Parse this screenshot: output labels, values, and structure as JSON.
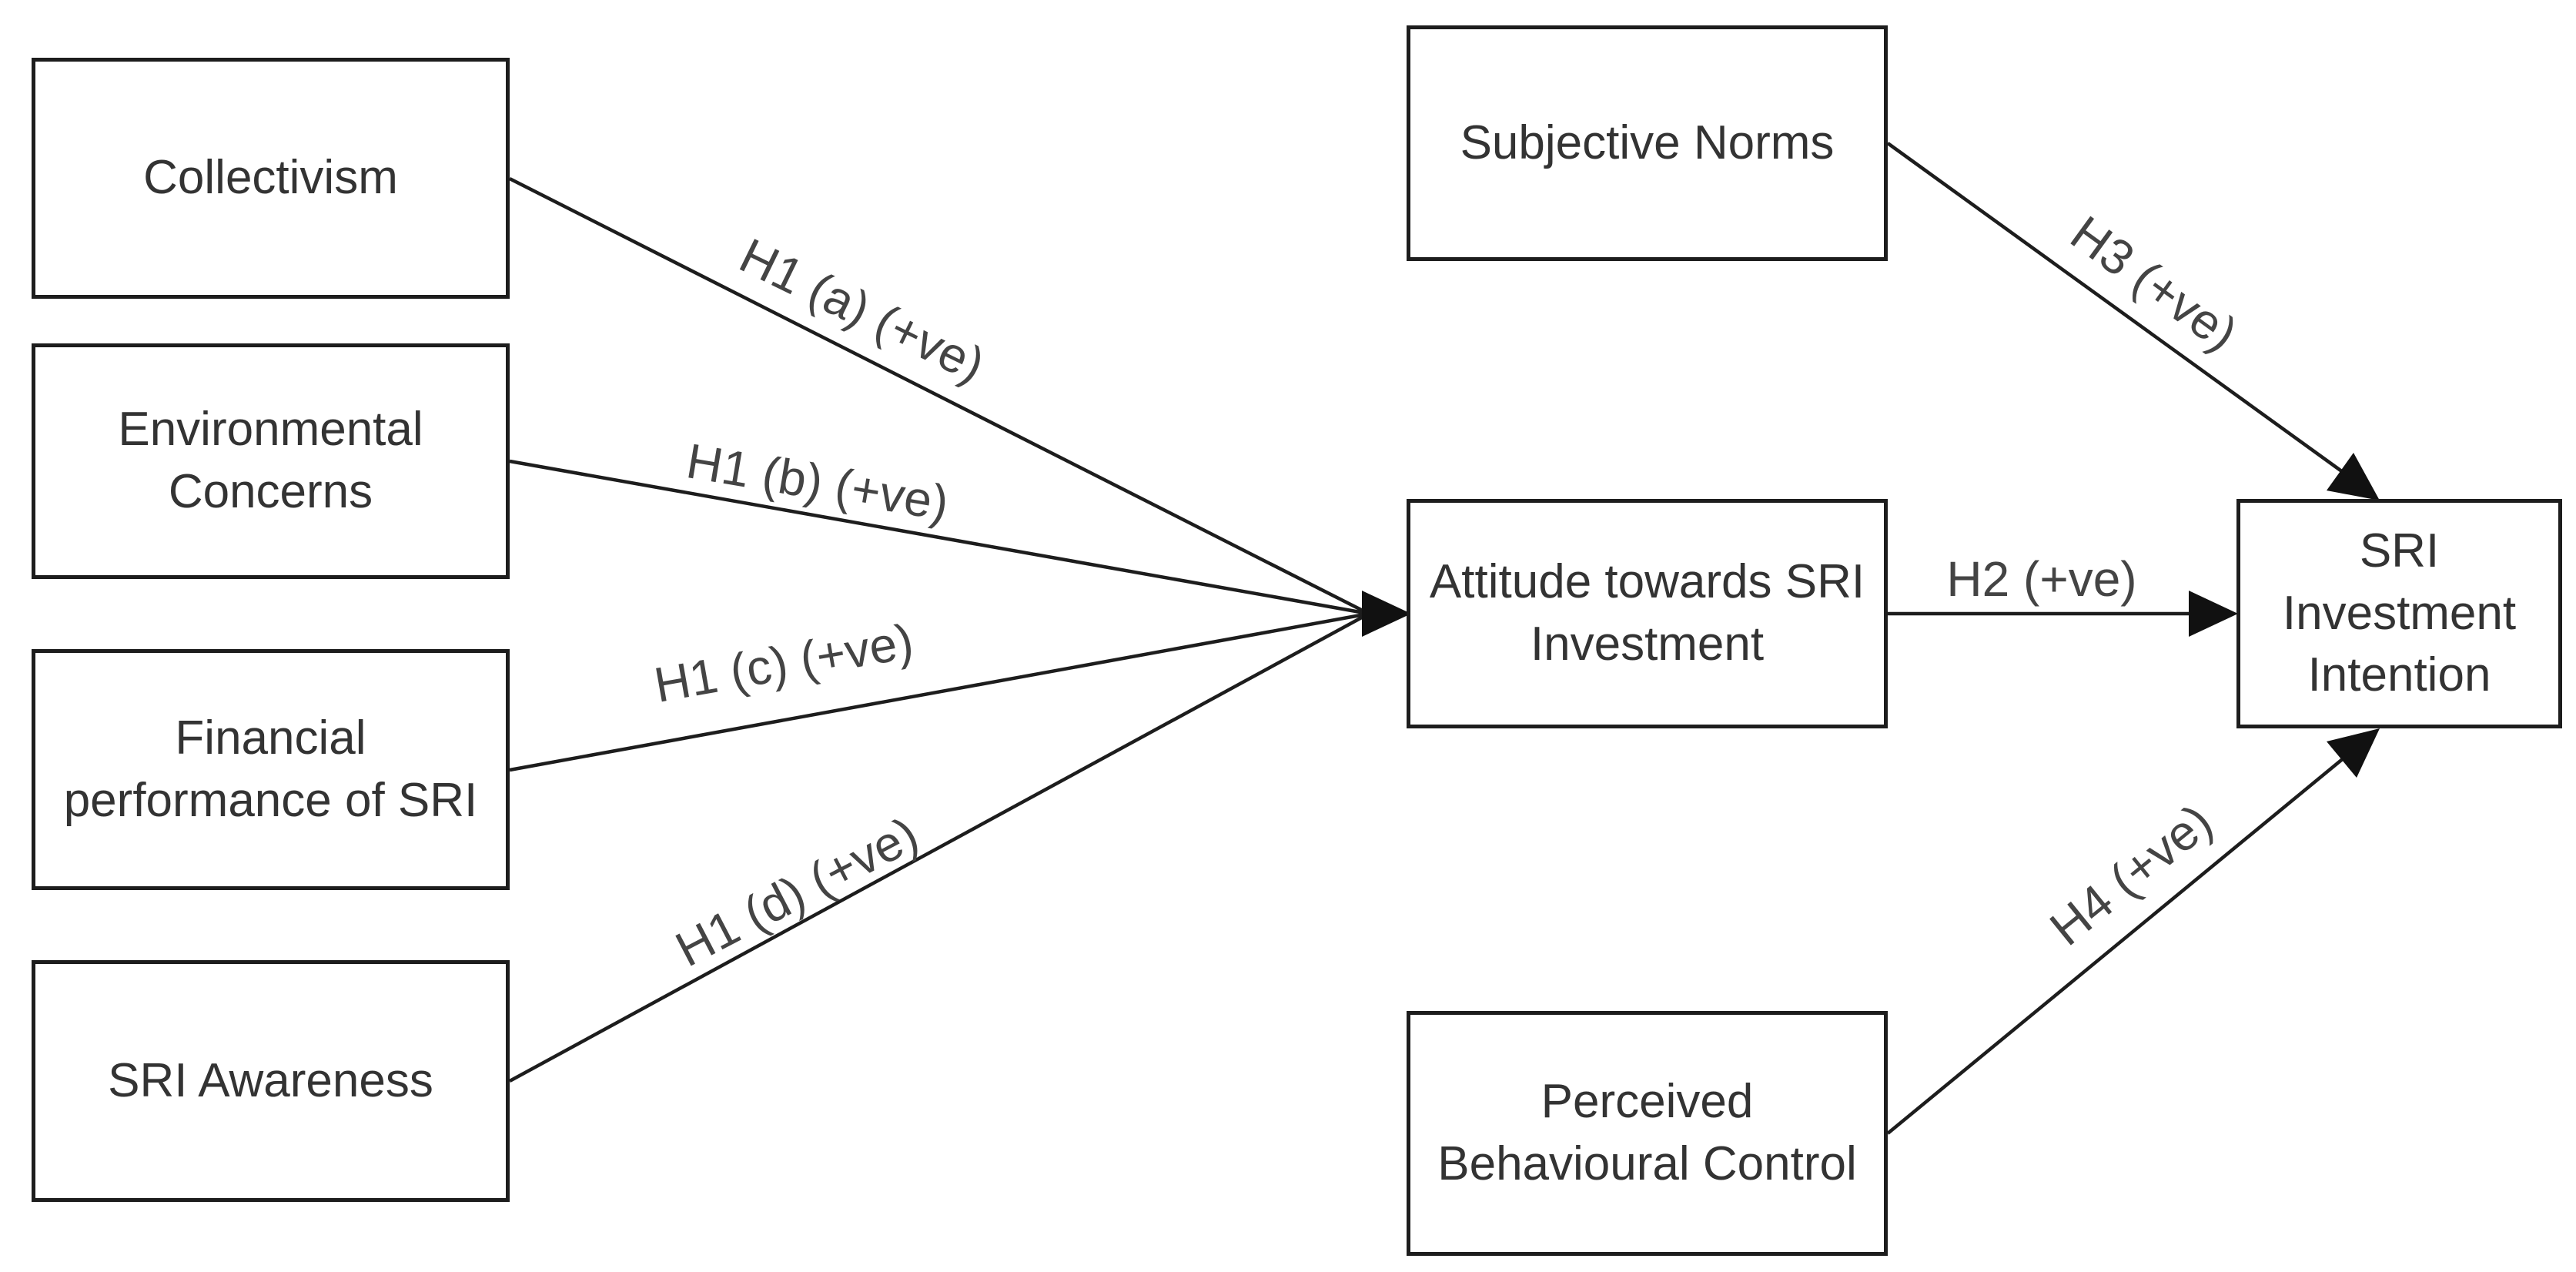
{
  "diagram": {
    "type": "research-model-diagram",
    "background_color": "#ffffff",
    "box_border_color": "#1d1d1d",
    "box_fill_color": "#ffffff",
    "box_text_color": "#333333",
    "edge_label_color": "#444444",
    "arrow_color": "#1d1d1d"
  },
  "nodes": {
    "collectivism": {
      "label": "Collectivism"
    },
    "environmental_concerns": {
      "label": "Environmental\nConcerns"
    },
    "financial_performance": {
      "label": "Financial\nperformance of SRI"
    },
    "sri_awareness": {
      "label": "SRI Awareness"
    },
    "subjective_norms": {
      "label": "Subjective Norms"
    },
    "attitude": {
      "label": "Attitude towards SRI\nInvestment"
    },
    "perceived_behavioural_control": {
      "label": "Perceived\nBehavioural Control"
    },
    "sri_investment_intention": {
      "label": "SRI\nInvestment\nIntention"
    }
  },
  "edges": {
    "h1a": {
      "label": "H1 (a) (+ve)",
      "from": "collectivism",
      "to": "attitude"
    },
    "h1b": {
      "label": "H1 (b) (+ve)",
      "from": "environmental_concerns",
      "to": "attitude"
    },
    "h1c": {
      "label": "H1 (c) (+ve)",
      "from": "financial_performance",
      "to": "attitude"
    },
    "h1d": {
      "label": "H1 (d) (+ve)",
      "from": "sri_awareness",
      "to": "attitude"
    },
    "h2": {
      "label": "H2 (+ve)",
      "from": "attitude",
      "to": "sri_investment_intention"
    },
    "h3": {
      "label": "H3 (+ve)",
      "from": "subjective_norms",
      "to": "sri_investment_intention"
    },
    "h4": {
      "label": "H4 (+ve)",
      "from": "perceived_behavioural_control",
      "to": "sri_investment_intention"
    }
  }
}
